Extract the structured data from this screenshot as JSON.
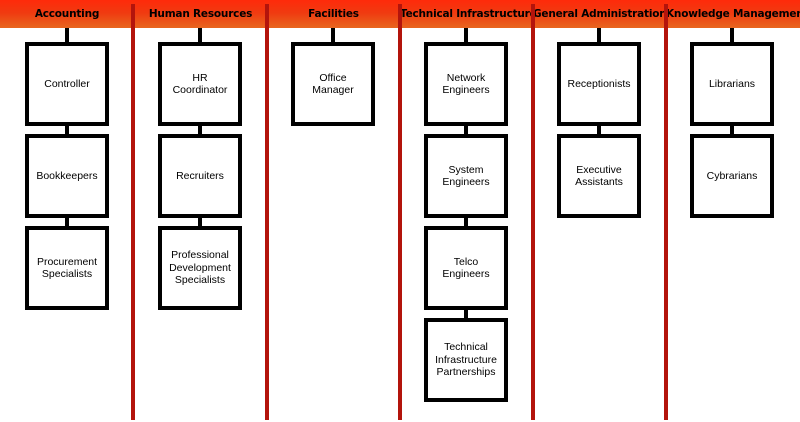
{
  "departments": [
    {
      "name": "Accounting",
      "roles": [
        "Controller",
        "Bookkeepers",
        "Procurement\nSpecialists"
      ]
    },
    {
      "name": "Human Resources",
      "roles": [
        "HR Coordinator",
        "Recruiters",
        "Professional\nDevelopment\nSpecialists"
      ]
    },
    {
      "name": "Facilities",
      "roles": [
        "Office\nManager"
      ]
    },
    {
      "name": "Technical Infrastructure",
      "roles": [
        "Network\nEngineers",
        "System\nEngineers",
        "Telco\nEngineers",
        "Technical\nInfrastructure\nPartnerships"
      ]
    },
    {
      "name": "General Administration",
      "roles": [
        "Receptionists",
        "Executive\nAssistants"
      ]
    },
    {
      "name": "Knowledge Management",
      "roles": [
        "Librarians",
        "Cybrarians"
      ]
    }
  ],
  "colors": {
    "banner": "#ff2a0a",
    "divider": "#b3140c",
    "box_border": "#000000"
  }
}
